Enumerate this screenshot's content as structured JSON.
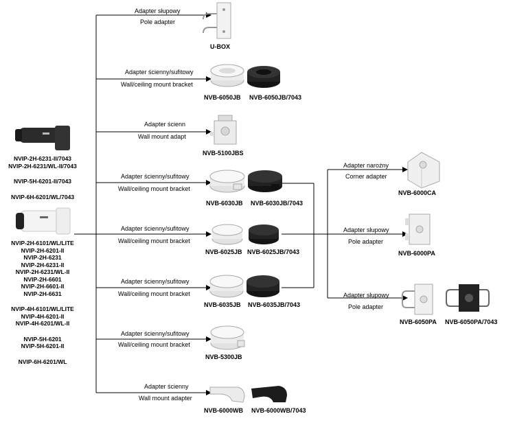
{
  "cameras": {
    "bullet_group": [
      "NVIP-2H-6231-II/7043",
      "NVIP-2H-6231/WL-II/7043",
      "",
      "NVIP-5H-6201-II/7043",
      "",
      "NVIP-6H-6201/WL/7043"
    ],
    "tube_group": [
      "NVIP-2H-6101/WL/LITE",
      "NVIP-2H-6201-II",
      "NVIP-2H-6231",
      "NVIP-2H-6231-II",
      "NVIP-2H-6231/WL-II",
      "NVIP-2H-6601",
      "NVIP-2H-6601-II",
      "NVIP-2H-6631",
      "",
      "NVIP-4H-6101/WL/LITE",
      "NVIP-4H-6201-II",
      "NVIP-4H-6201/WL-II",
      "",
      "NVIP-5H-6201",
      "NVIP-5H-6201-II",
      "",
      "NVIP-6H-6201/WL"
    ]
  },
  "branches": [
    {
      "pl": "Adapter słupowy",
      "en": "Pole adapter",
      "products": [
        "U-BOX"
      ]
    },
    {
      "pl": "Adapter ścienny/sufitowy",
      "en": "Wall/ceiling mount bracket",
      "products": [
        "NVB-6050JB",
        "NVB-6050JB/7043"
      ]
    },
    {
      "pl": "Adapter ścienn",
      "en": "Wall mount adapt",
      "products": [
        "NVB-5100JBS"
      ]
    },
    {
      "pl": "Adapter ścienny/sufitowy",
      "en": "Wall/ceiling mount bracket",
      "products": [
        "NVB-6030JB",
        "NVB-6030JB/7043"
      ]
    },
    {
      "pl": "Adapter ścienny/sufitowy",
      "en": "Wall/ceiling mount bracket",
      "products": [
        "NVB-6025JB",
        "NVB-6025JB/7043"
      ]
    },
    {
      "pl": "Adapter ścienny/sufitowy",
      "en": "Wall/ceiling mount bracket",
      "products": [
        "NVB-6035JB",
        "NVB-6035JB/7043"
      ]
    },
    {
      "pl": "Adapter ścienny/sufitowy",
      "en": "Wall/ceiling mount bracket",
      "products": [
        "NVB-5300JB"
      ]
    },
    {
      "pl": "Adapter ścienny",
      "en": "Wall mount adapter",
      "products": [
        "NVB-6000WB",
        "NVB-6000WB/7043"
      ]
    }
  ],
  "sub_branches": [
    {
      "pl": "Adapter narożny",
      "en": "Corner adapter",
      "products": [
        "NVB-6000CA"
      ]
    },
    {
      "pl": "Adapter słupowy",
      "en": "Pole adapter",
      "products": [
        "NVB-6000PA"
      ]
    },
    {
      "pl": "Adapter słupowy",
      "en": "Pole adapter",
      "products": [
        "NVB-6050PA",
        "NVB-6050PA/7043"
      ]
    }
  ],
  "colors": {
    "line": "#000000",
    "white_product": "#f2f2f2",
    "black_product": "#262626",
    "background": "#ffffff"
  }
}
